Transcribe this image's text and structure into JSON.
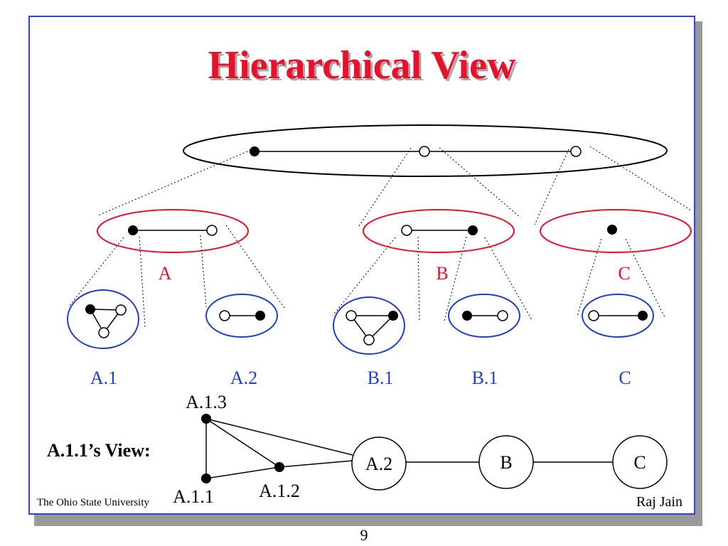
{
  "slide": {
    "title": "Hierarchical View",
    "footer_left": "The Ohio State University",
    "footer_right": "Raj Jain",
    "page_number": "9"
  },
  "diagram": {
    "level1_labels": [
      "A",
      "B",
      "C"
    ],
    "level2_labels": [
      "A.1",
      "A.2",
      "B.1",
      "B.1",
      "C"
    ],
    "view_title": "A.1.1’s View:",
    "view_nodes": {
      "a113": "A.1.3",
      "a111": "A.1.1",
      "a112": "A.1.2",
      "a2": "A.2",
      "b": "B",
      "c": "C"
    },
    "colors": {
      "title": "#e8102a",
      "level1": "#e8102a",
      "level2": "#1f3fd0",
      "frame": "#3344cc"
    }
  }
}
